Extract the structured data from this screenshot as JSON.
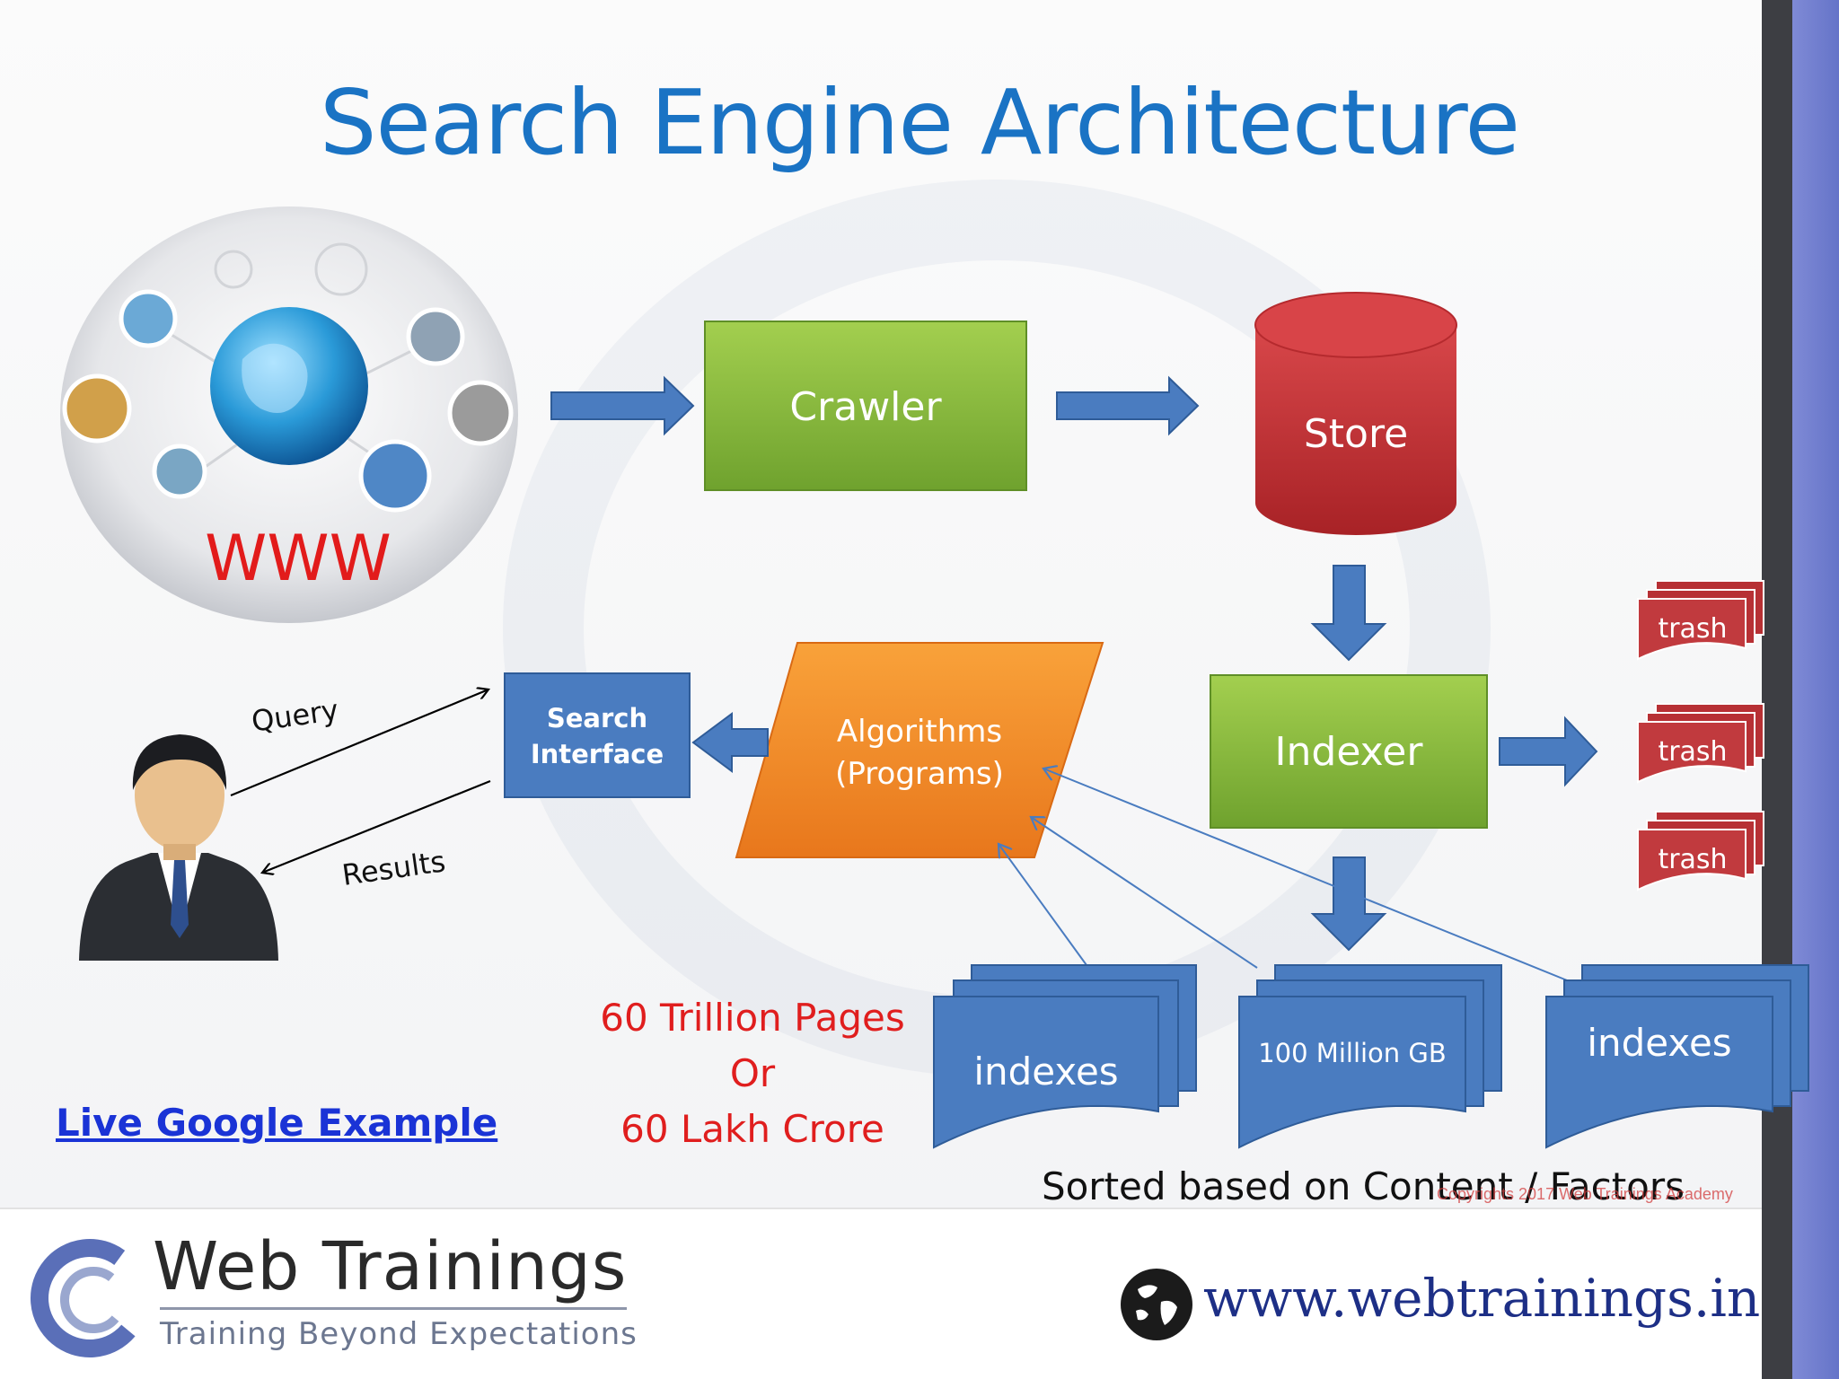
{
  "title": "Search Engine Architecture",
  "nodes": {
    "www": "WWW",
    "crawler": "Crawler",
    "store": "Store",
    "indexer": "Indexer",
    "search_interface": [
      "Search",
      "Interface"
    ],
    "algorithms": [
      "Algorithms",
      "(Programs)"
    ],
    "trash": [
      "trash",
      "trash",
      "trash"
    ],
    "doc_left": "indexes",
    "doc_middle": "100 Million GB",
    "doc_right": "indexes"
  },
  "flow_labels": {
    "query": "Query",
    "results": "Results"
  },
  "stats": [
    "60 Trillion Pages",
    "Or",
    "60 Lakh Crore"
  ],
  "caption": "Sorted based on Content / Factors",
  "link": "Live Google Example",
  "brand": {
    "name": "Web Trainings",
    "tagline": "Training  Beyond  Expectations",
    "url": "www.webtrainings.in",
    "watermark": "Copyrights 2017 Web Trainings Academy"
  },
  "colors": {
    "title": "#1a73c4",
    "green_box": "#8cbf3f",
    "store_red": "#c8373a",
    "blue_arrow": "#4a7cc0",
    "orange": "#f08a24",
    "red_text": "#e01e1e"
  }
}
